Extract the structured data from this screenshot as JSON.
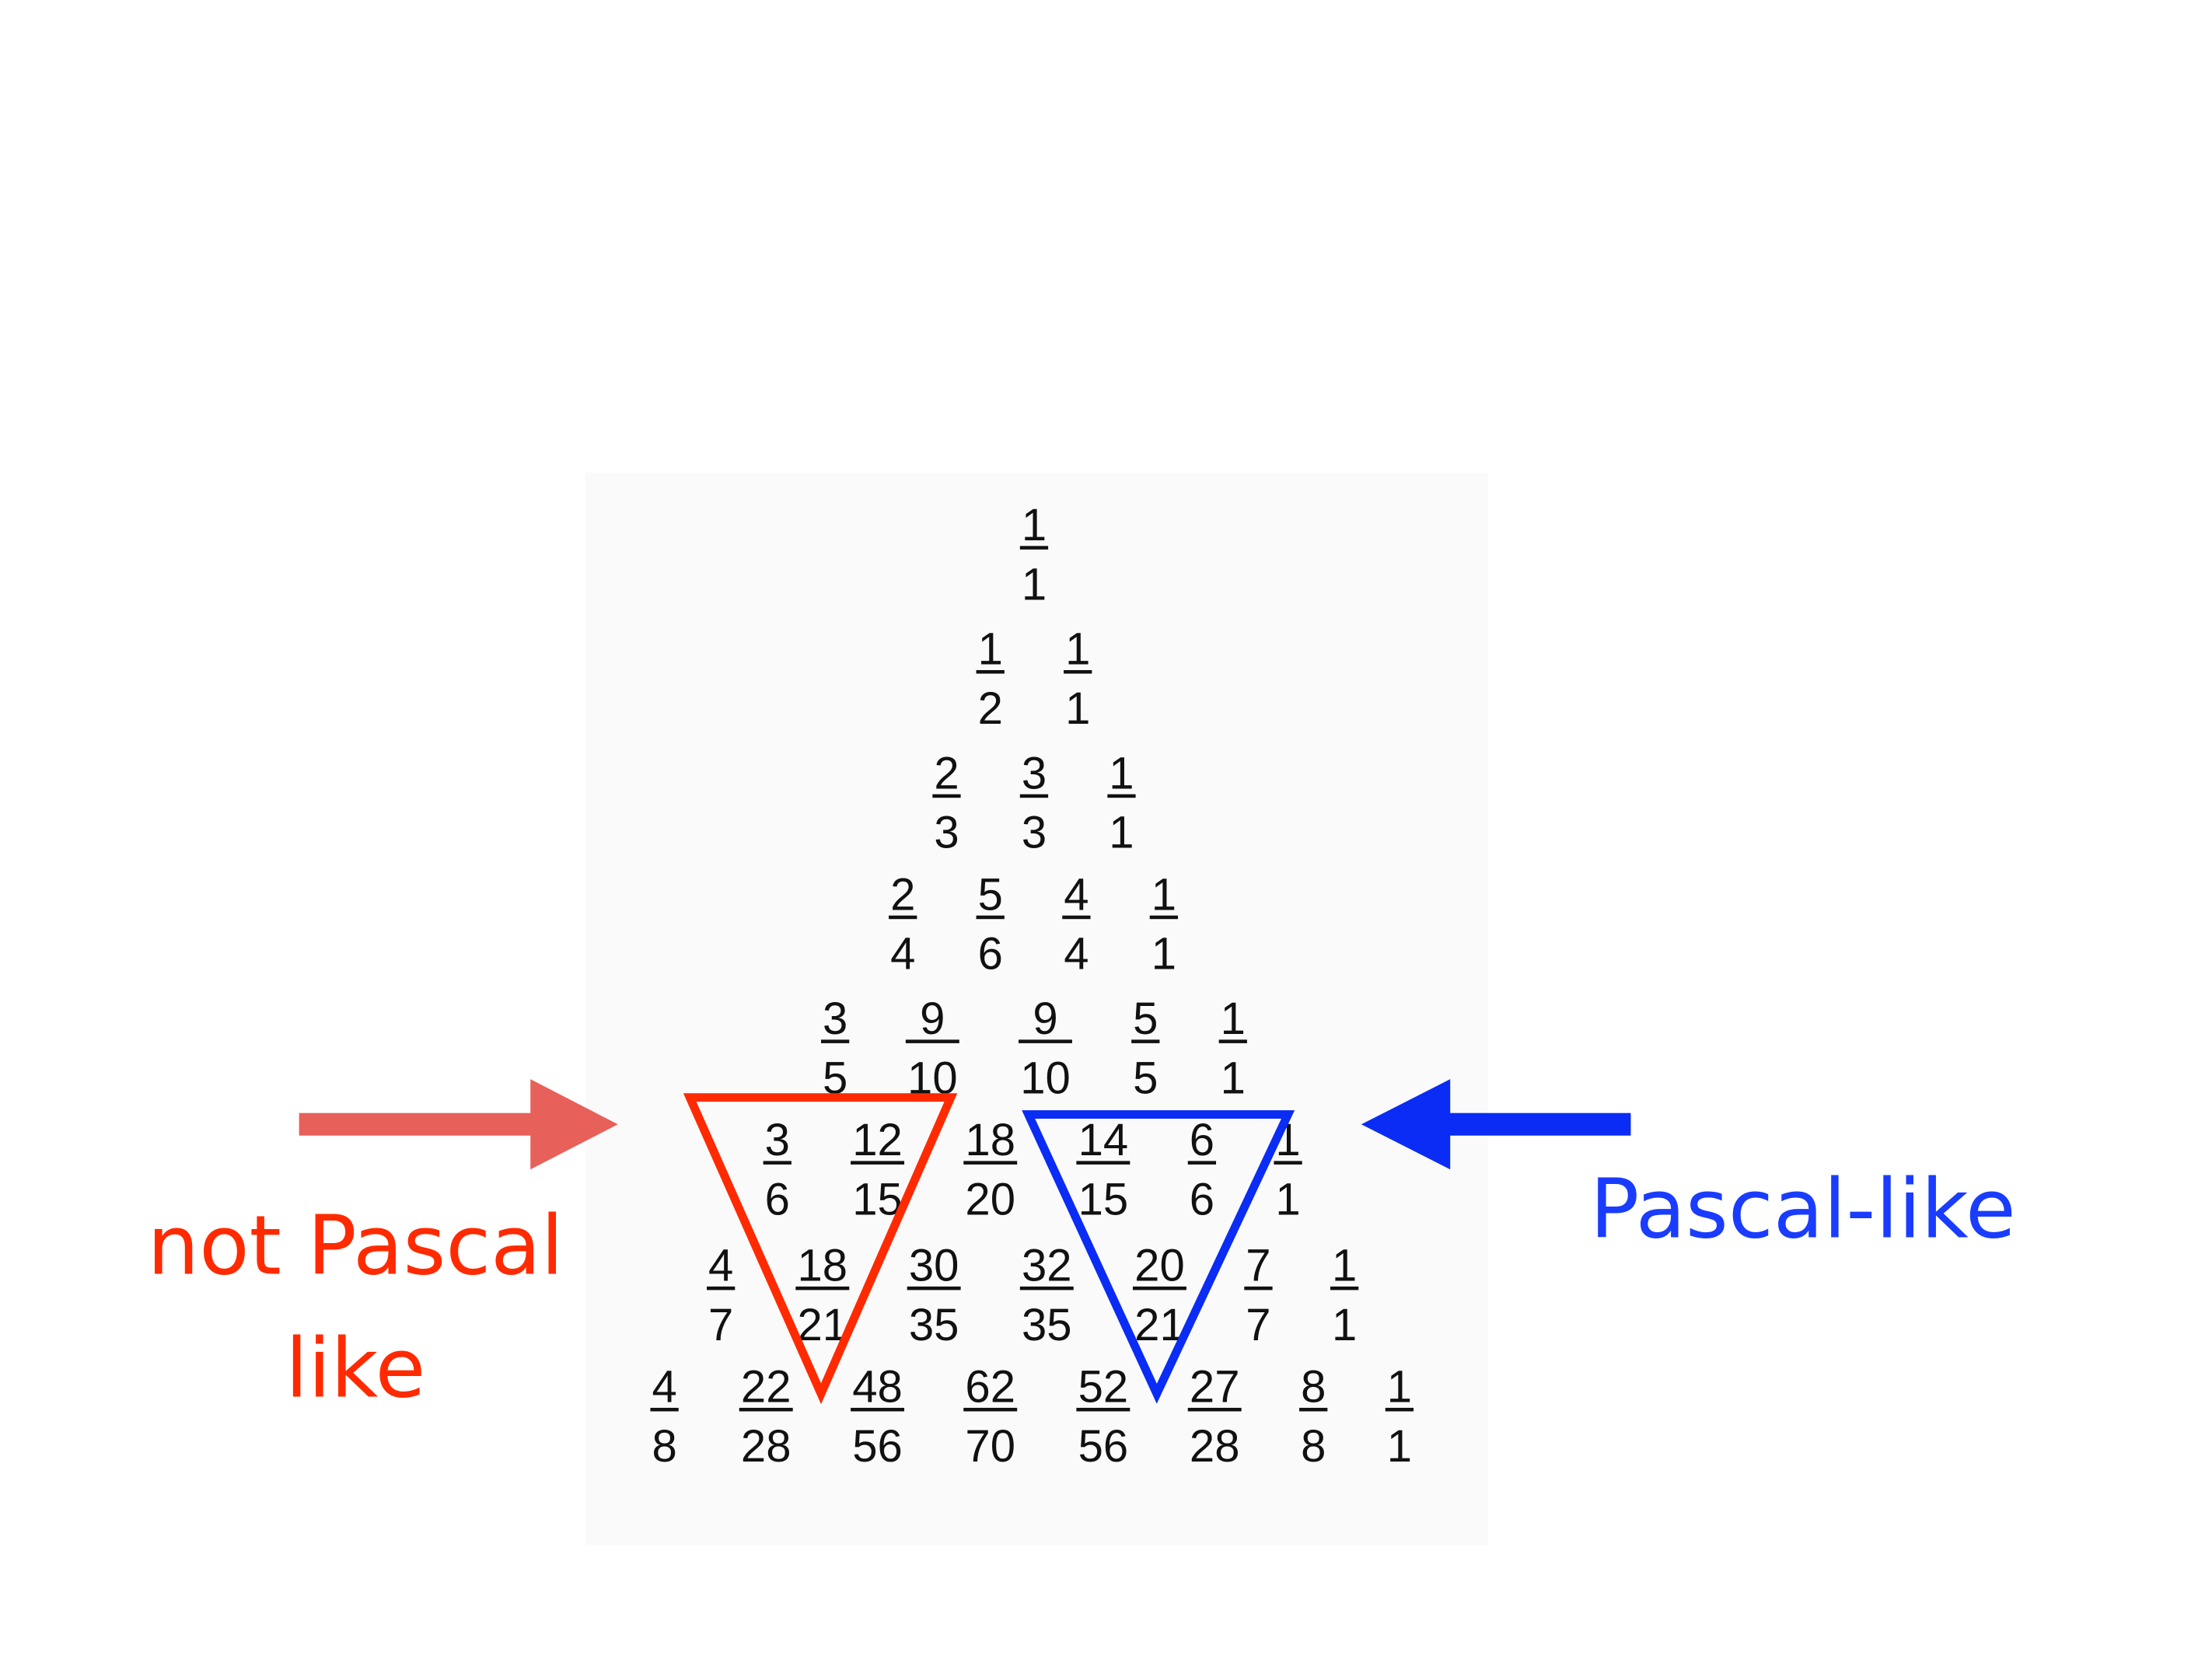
{
  "rows": [
    [
      [
        "1",
        "1"
      ]
    ],
    [
      [
        "1",
        "2"
      ],
      [
        "1",
        "1"
      ]
    ],
    [
      [
        "2",
        "3"
      ],
      [
        "3",
        "3"
      ],
      [
        "1",
        "1"
      ]
    ],
    [
      [
        "2",
        "4"
      ],
      [
        "5",
        "6"
      ],
      [
        "4",
        "4"
      ],
      [
        "1",
        "1"
      ]
    ],
    [
      [
        "3",
        "5"
      ],
      [
        "9",
        "10"
      ],
      [
        "9",
        "10"
      ],
      [
        "5",
        "5"
      ],
      [
        "1",
        "1"
      ]
    ],
    [
      [
        "3",
        "6"
      ],
      [
        "12",
        "15"
      ],
      [
        "18",
        "20"
      ],
      [
        "14",
        "15"
      ],
      [
        "6",
        "6"
      ],
      [
        "1",
        "1"
      ]
    ],
    [
      [
        "4",
        "7"
      ],
      [
        "18",
        "21"
      ],
      [
        "30",
        "35"
      ],
      [
        "32",
        "35"
      ],
      [
        "20",
        "21"
      ],
      [
        "7",
        "7"
      ],
      [
        "1",
        "1"
      ]
    ],
    [
      [
        "4",
        "8"
      ],
      [
        "22",
        "28"
      ],
      [
        "48",
        "56"
      ],
      [
        "62",
        "70"
      ],
      [
        "52",
        "56"
      ],
      [
        "27",
        "28"
      ],
      [
        "8",
        "8"
      ],
      [
        "1",
        "1"
      ]
    ]
  ],
  "labels": {
    "left_line1": "not Pascal",
    "left_line2": "like",
    "right": "Pascal-like"
  },
  "colors": {
    "red_triangle": "#ff2a00",
    "red_arrow": "#e8605a",
    "red_text": "#ff2a00",
    "blue": "#0a2cf5",
    "blue_text": "#1a3cff"
  }
}
